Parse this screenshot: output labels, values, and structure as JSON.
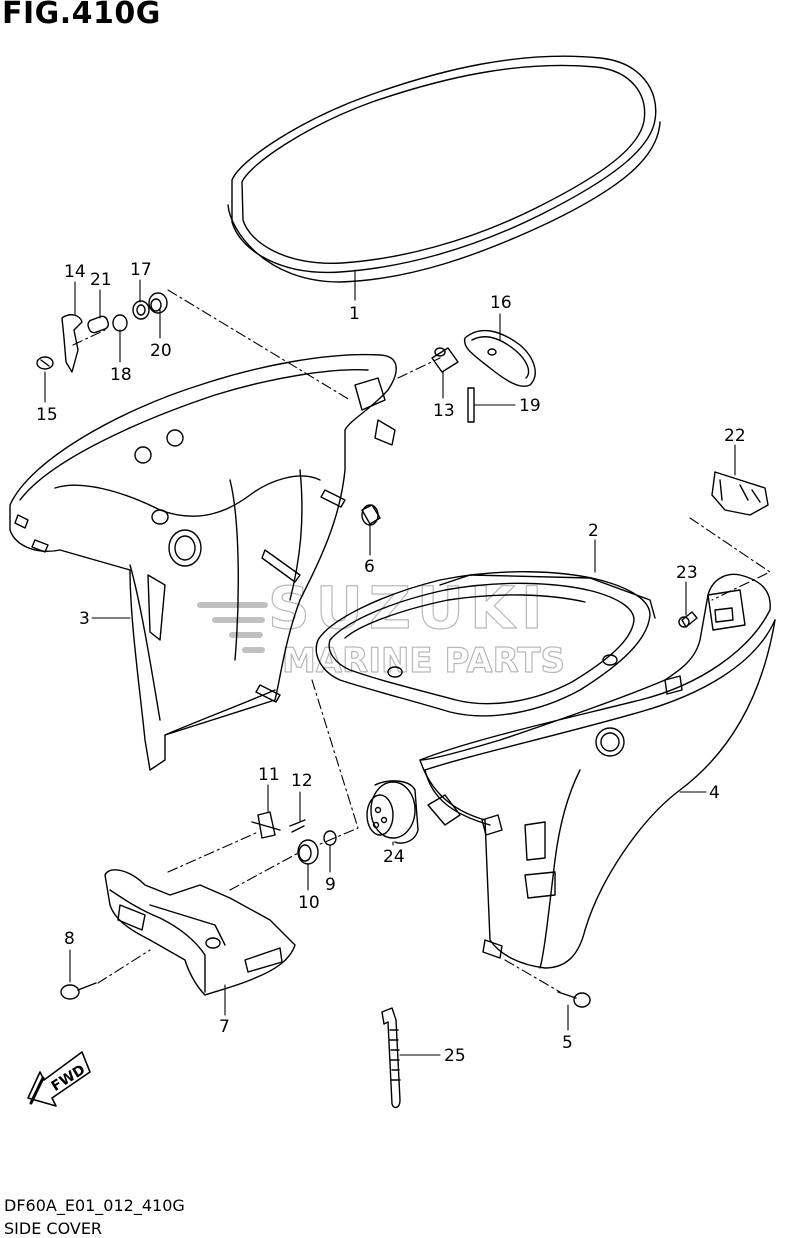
{
  "figure": {
    "title": "FIG.410G",
    "code": "DF60A_E01_012_410G",
    "caption": "SIDE COVER"
  },
  "watermark": {
    "brand": "SUZUKI",
    "sub": "MARINE PARTS"
  },
  "direction_badge": "FWD",
  "callouts": [
    "1",
    "2",
    "3",
    "4",
    "5",
    "6",
    "7",
    "8",
    "9",
    "10",
    "11",
    "12",
    "13",
    "14",
    "15",
    "16",
    "17",
    "18",
    "19",
    "20",
    "21",
    "22",
    "23",
    "24",
    "25"
  ]
}
